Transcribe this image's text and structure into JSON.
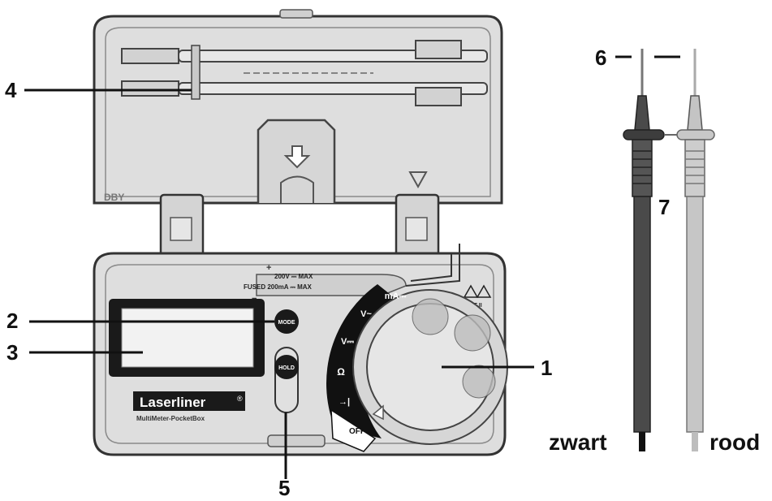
{
  "callouts": {
    "c1": "1",
    "c2": "2",
    "c3": "3",
    "c4": "4",
    "c5": "5",
    "c6": "6",
    "c7": "7"
  },
  "probe_labels": {
    "black": "zwart",
    "red": "rood"
  },
  "device": {
    "brand": "Laserliner",
    "brand_mark": "®",
    "model": "MultiMeter-PocketBox",
    "mode_button": "MODE",
    "hold_button": "HOLD",
    "top_plus": "+",
    "top_minus": "−",
    "input_limit_1": "200V ⎓ MAX",
    "input_limit_2": "FUSED 200mA ⎓ MAX",
    "lid_marking": "DBY",
    "cat_label": "CAT II"
  },
  "dial": {
    "positions": [
      "mA⎓",
      "V~",
      "V⎓",
      "Ω",
      "→|",
      "OFF"
    ]
  },
  "colors": {
    "case_fill": "#dcdcdc",
    "case_stroke": "#3a3a3a",
    "black_probe": "#4a4a4a",
    "red_probe": "#c4c4c4",
    "dial_band": "#111111"
  }
}
